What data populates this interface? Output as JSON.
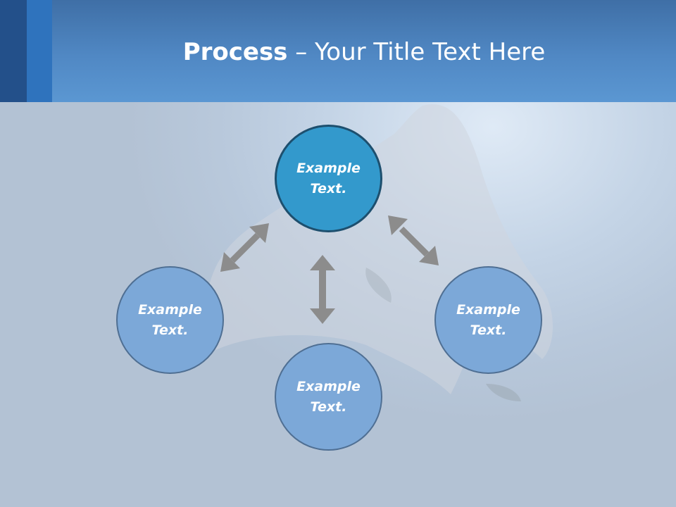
{
  "title": {
    "bold": "Process",
    "rest": " – Your Title Text Here"
  },
  "process": {
    "nodes": [
      {
        "label": "Example Text."
      },
      {
        "label": "Example Text."
      },
      {
        "label": "Example Text."
      },
      {
        "label": "Example Text."
      }
    ]
  },
  "colors": {
    "header": "#5088c4",
    "header_dark_stripe": "#23508a",
    "header_mid_stripe": "#2f73bd",
    "center_node": "#3399cc",
    "outer_node": "#7ca8d8",
    "arrow": "#8c8c8c"
  }
}
